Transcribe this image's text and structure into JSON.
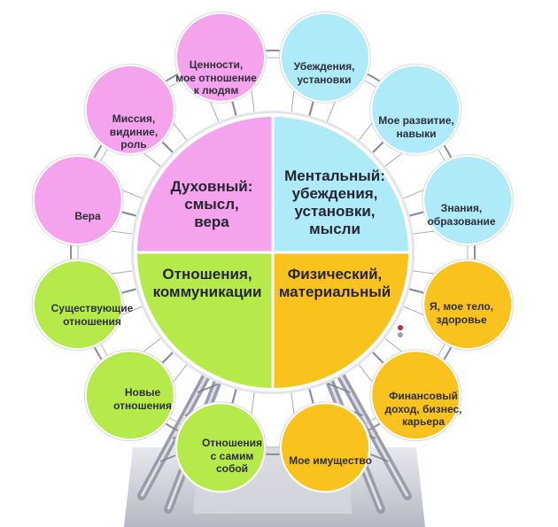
{
  "diagram": {
    "center": {
      "quadrants": [
        {
          "id": "spiritual",
          "label": "Духовный:\nсмысл,\nвера",
          "color": "#f5a3ec"
        },
        {
          "id": "mental",
          "label": "Ментальный:\nубеждения,\nустановки,\nмысли",
          "color": "#aeeaf8"
        },
        {
          "id": "relations",
          "label": "Отношения,\nкоммуникации",
          "color": "#b6ea4a"
        },
        {
          "id": "physical",
          "label": "Физический,\nматериальный",
          "color": "#f9c21c"
        }
      ]
    },
    "satellites": [
      {
        "id": "values",
        "label": "Ценности,\nмое отношение\nк людям",
        "group": "spiritual"
      },
      {
        "id": "beliefs",
        "label": "Убеждения,\nустановки",
        "group": "mental"
      },
      {
        "id": "development",
        "label": "Мое развитие,\nнавыки",
        "group": "mental"
      },
      {
        "id": "knowledge",
        "label": "Знания,\nобразование",
        "group": "mental"
      },
      {
        "id": "body",
        "label": "Я, мое тело,\nздоровье",
        "group": "physical"
      },
      {
        "id": "income",
        "label": "Финансовый\nдоход, бизнес,\nкарьера",
        "group": "physical"
      },
      {
        "id": "property",
        "label": "Мое имущество",
        "group": "physical"
      },
      {
        "id": "self-relations",
        "label": "Отношения\nс самим\nсобой",
        "group": "relations"
      },
      {
        "id": "new-relations",
        "label": "Новые\nотношения",
        "group": "relations"
      },
      {
        "id": "existing-relations",
        "label": "Существующие\nотношения",
        "group": "relations"
      },
      {
        "id": "faith",
        "label": "Вера",
        "group": "spiritual"
      },
      {
        "id": "mission",
        "label": "Миссия,\nвидиние,\nроль",
        "group": "spiritual"
      }
    ],
    "colors": {
      "satellite_spiritual": "#f5a3ec",
      "satellite_mental": "#aeeaf8",
      "satellite_physical": "#f9c21c",
      "satellite_relations": "#b6ea4a",
      "outline": "#ffffff",
      "spokes": "#8a8c9c",
      "frame": "#9a9cab",
      "base": "#c4c6d0"
    }
  }
}
